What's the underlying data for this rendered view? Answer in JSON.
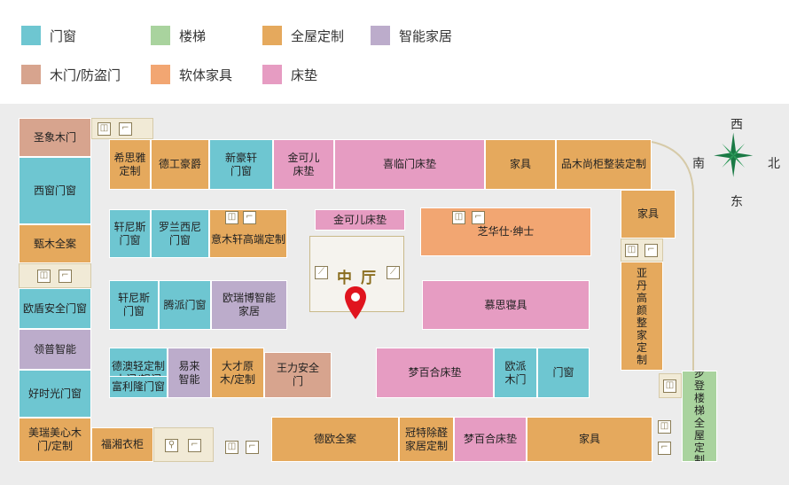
{
  "legend": [
    {
      "label": "门窗",
      "color": "#6ec6d1"
    },
    {
      "label": "楼梯",
      "color": "#a9d39e"
    },
    {
      "label": "全屋定制",
      "color": "#e5a95d"
    },
    {
      "label": "智能家居",
      "color": "#bcaccb"
    },
    {
      "label": "木门/防盗门",
      "color": "#d7a48e"
    },
    {
      "label": "软体家具",
      "color": "#f2a672"
    },
    {
      "label": "床垫",
      "color": "#e69cc2"
    }
  ],
  "compass": {
    "north": "北",
    "south": "南",
    "east": "东",
    "west": "西"
  },
  "hall": {
    "label": "中厅"
  },
  "stores": {
    "s1": "圣象木门",
    "s2": "西窗门窗",
    "s3": "甄木全案",
    "s4": "欧盾安全门窗",
    "s5": "领普智能",
    "s6": "好时光门窗",
    "s7": "美瑞美心木门/定制",
    "s8": "福湘衣柜",
    "s9": "希思雅定制",
    "s10": "德工豪爵",
    "s11": "新豪轩门窗",
    "s12": "金可儿床垫",
    "s13": "喜临门床垫",
    "s14": "家具",
    "s15": "品木尚柜整装定制",
    "s16": "家具",
    "s17": "亚丹高颜整家定制",
    "s18": "步登楼梯全屋定制",
    "s19": "罗兰西尼门窗",
    "s20": "轩尼斯门窗",
    "s21": "意木轩高端定制",
    "s22": "金可儿床垫",
    "s23": "芝华仕·绅士",
    "s24": "轩尼斯门窗",
    "s25": "腾派门窗",
    "s26": "欧瑞博智能家居",
    "s27": "慕思寝具",
    "s28": "德澳轻定制木门/铝门",
    "s29": "富利隆门窗",
    "s30": "易来智能",
    "s31": "大才原木/定制",
    "s32": "王力安全门",
    "s33": "梦百合床垫",
    "s34": "欧派木门",
    "s35": "门窗",
    "s36": "德欧全案",
    "s37": "冠特除醛家居定制",
    "s38": "梦百合床垫",
    "s39": "家具"
  }
}
